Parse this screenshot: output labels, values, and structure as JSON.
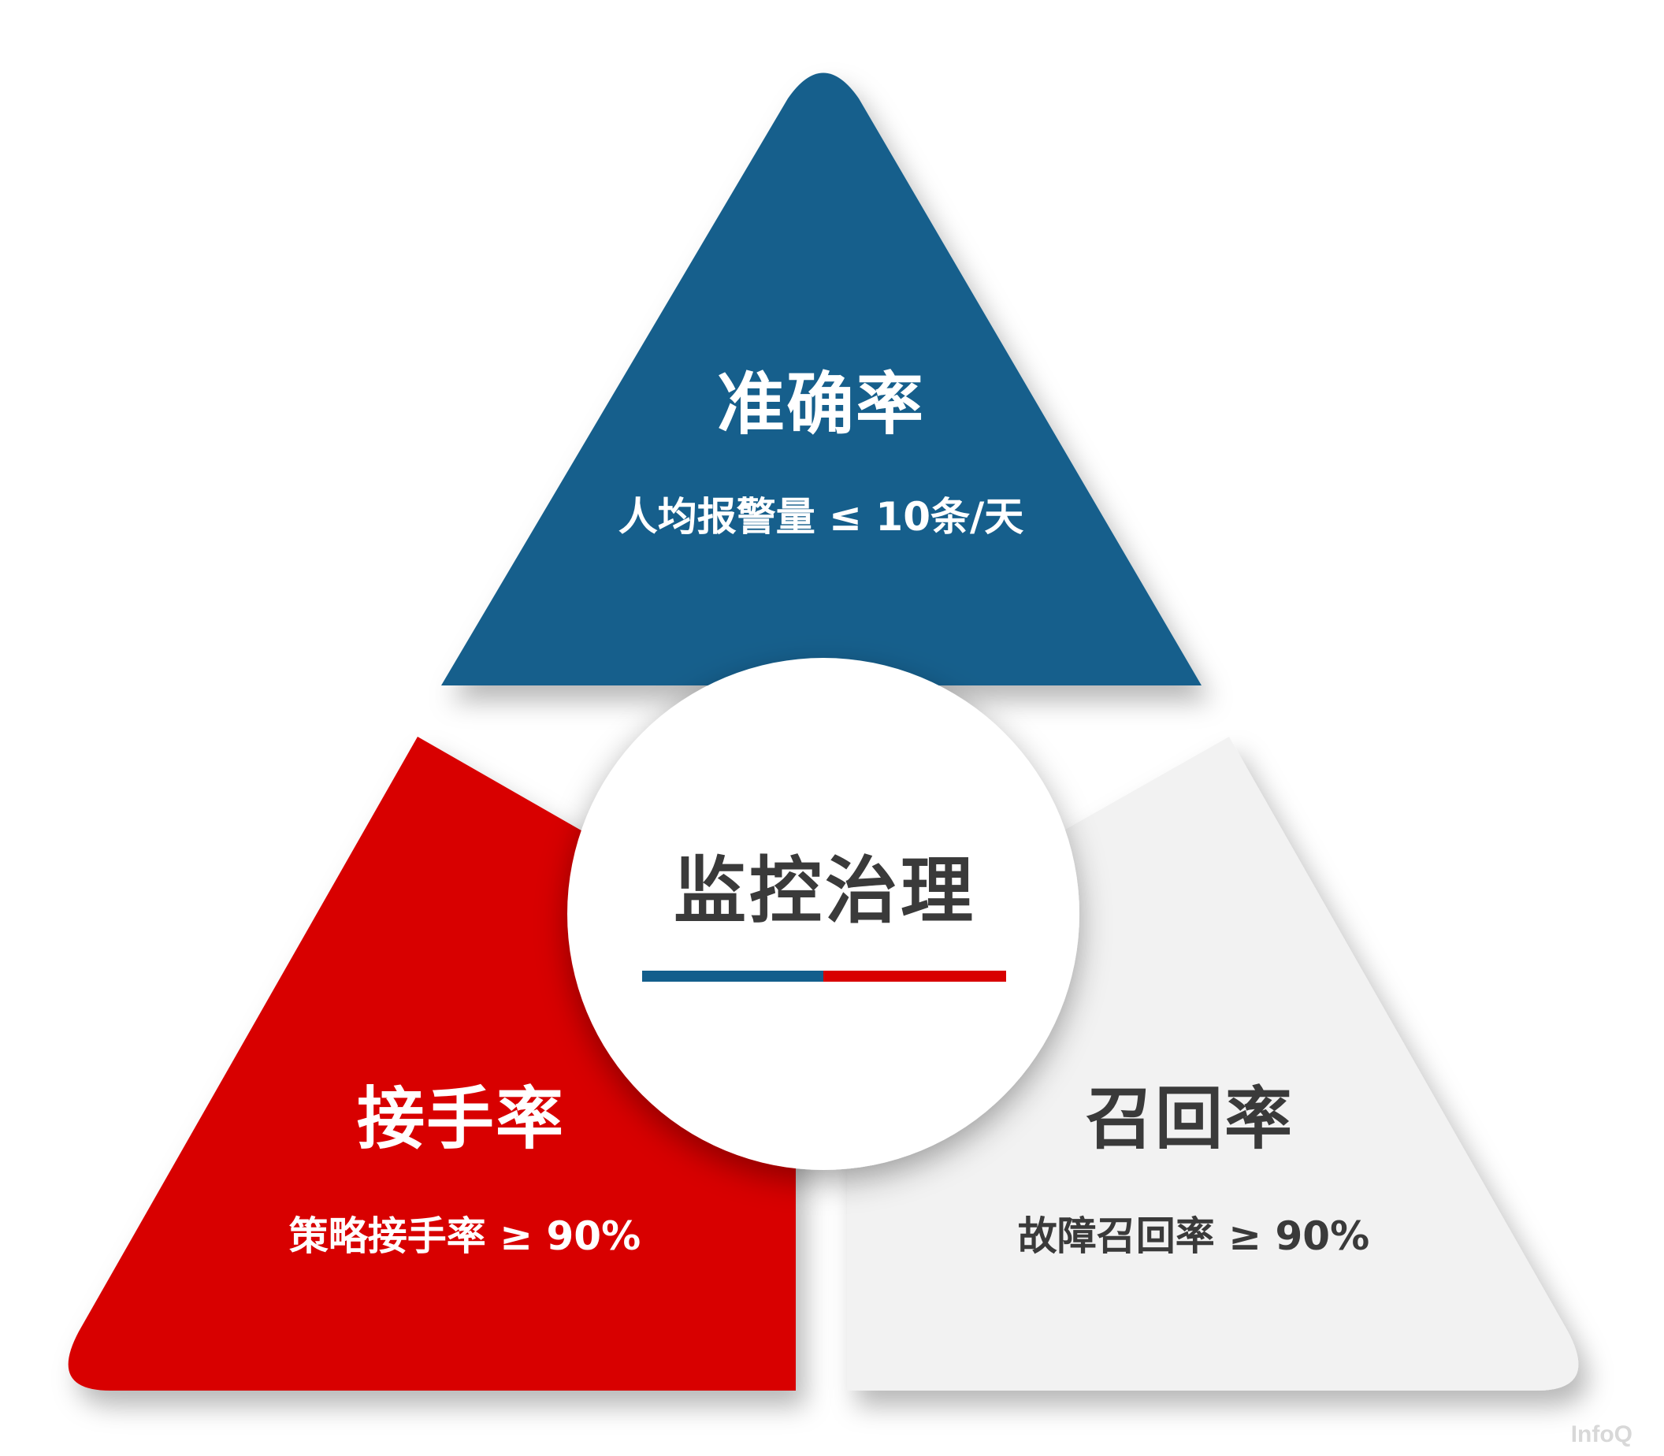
{
  "colors": {
    "top": "#125e8c",
    "left": "#d80000",
    "right": "#f2f2f2",
    "center": "#ffffff",
    "text_light": "#ffffff",
    "text_dark": "#3a3a3a"
  },
  "center": {
    "title": "监控治理"
  },
  "segments": {
    "top": {
      "title": "准确率",
      "metric": "人均报警量 ≤ 10条/天"
    },
    "left": {
      "title": "接手率",
      "metric": "策略接手率 ≥ 90%"
    },
    "right": {
      "title": "召回率",
      "metric": "故障召回率 ≥ 90%"
    }
  },
  "watermark": "InfoQ"
}
